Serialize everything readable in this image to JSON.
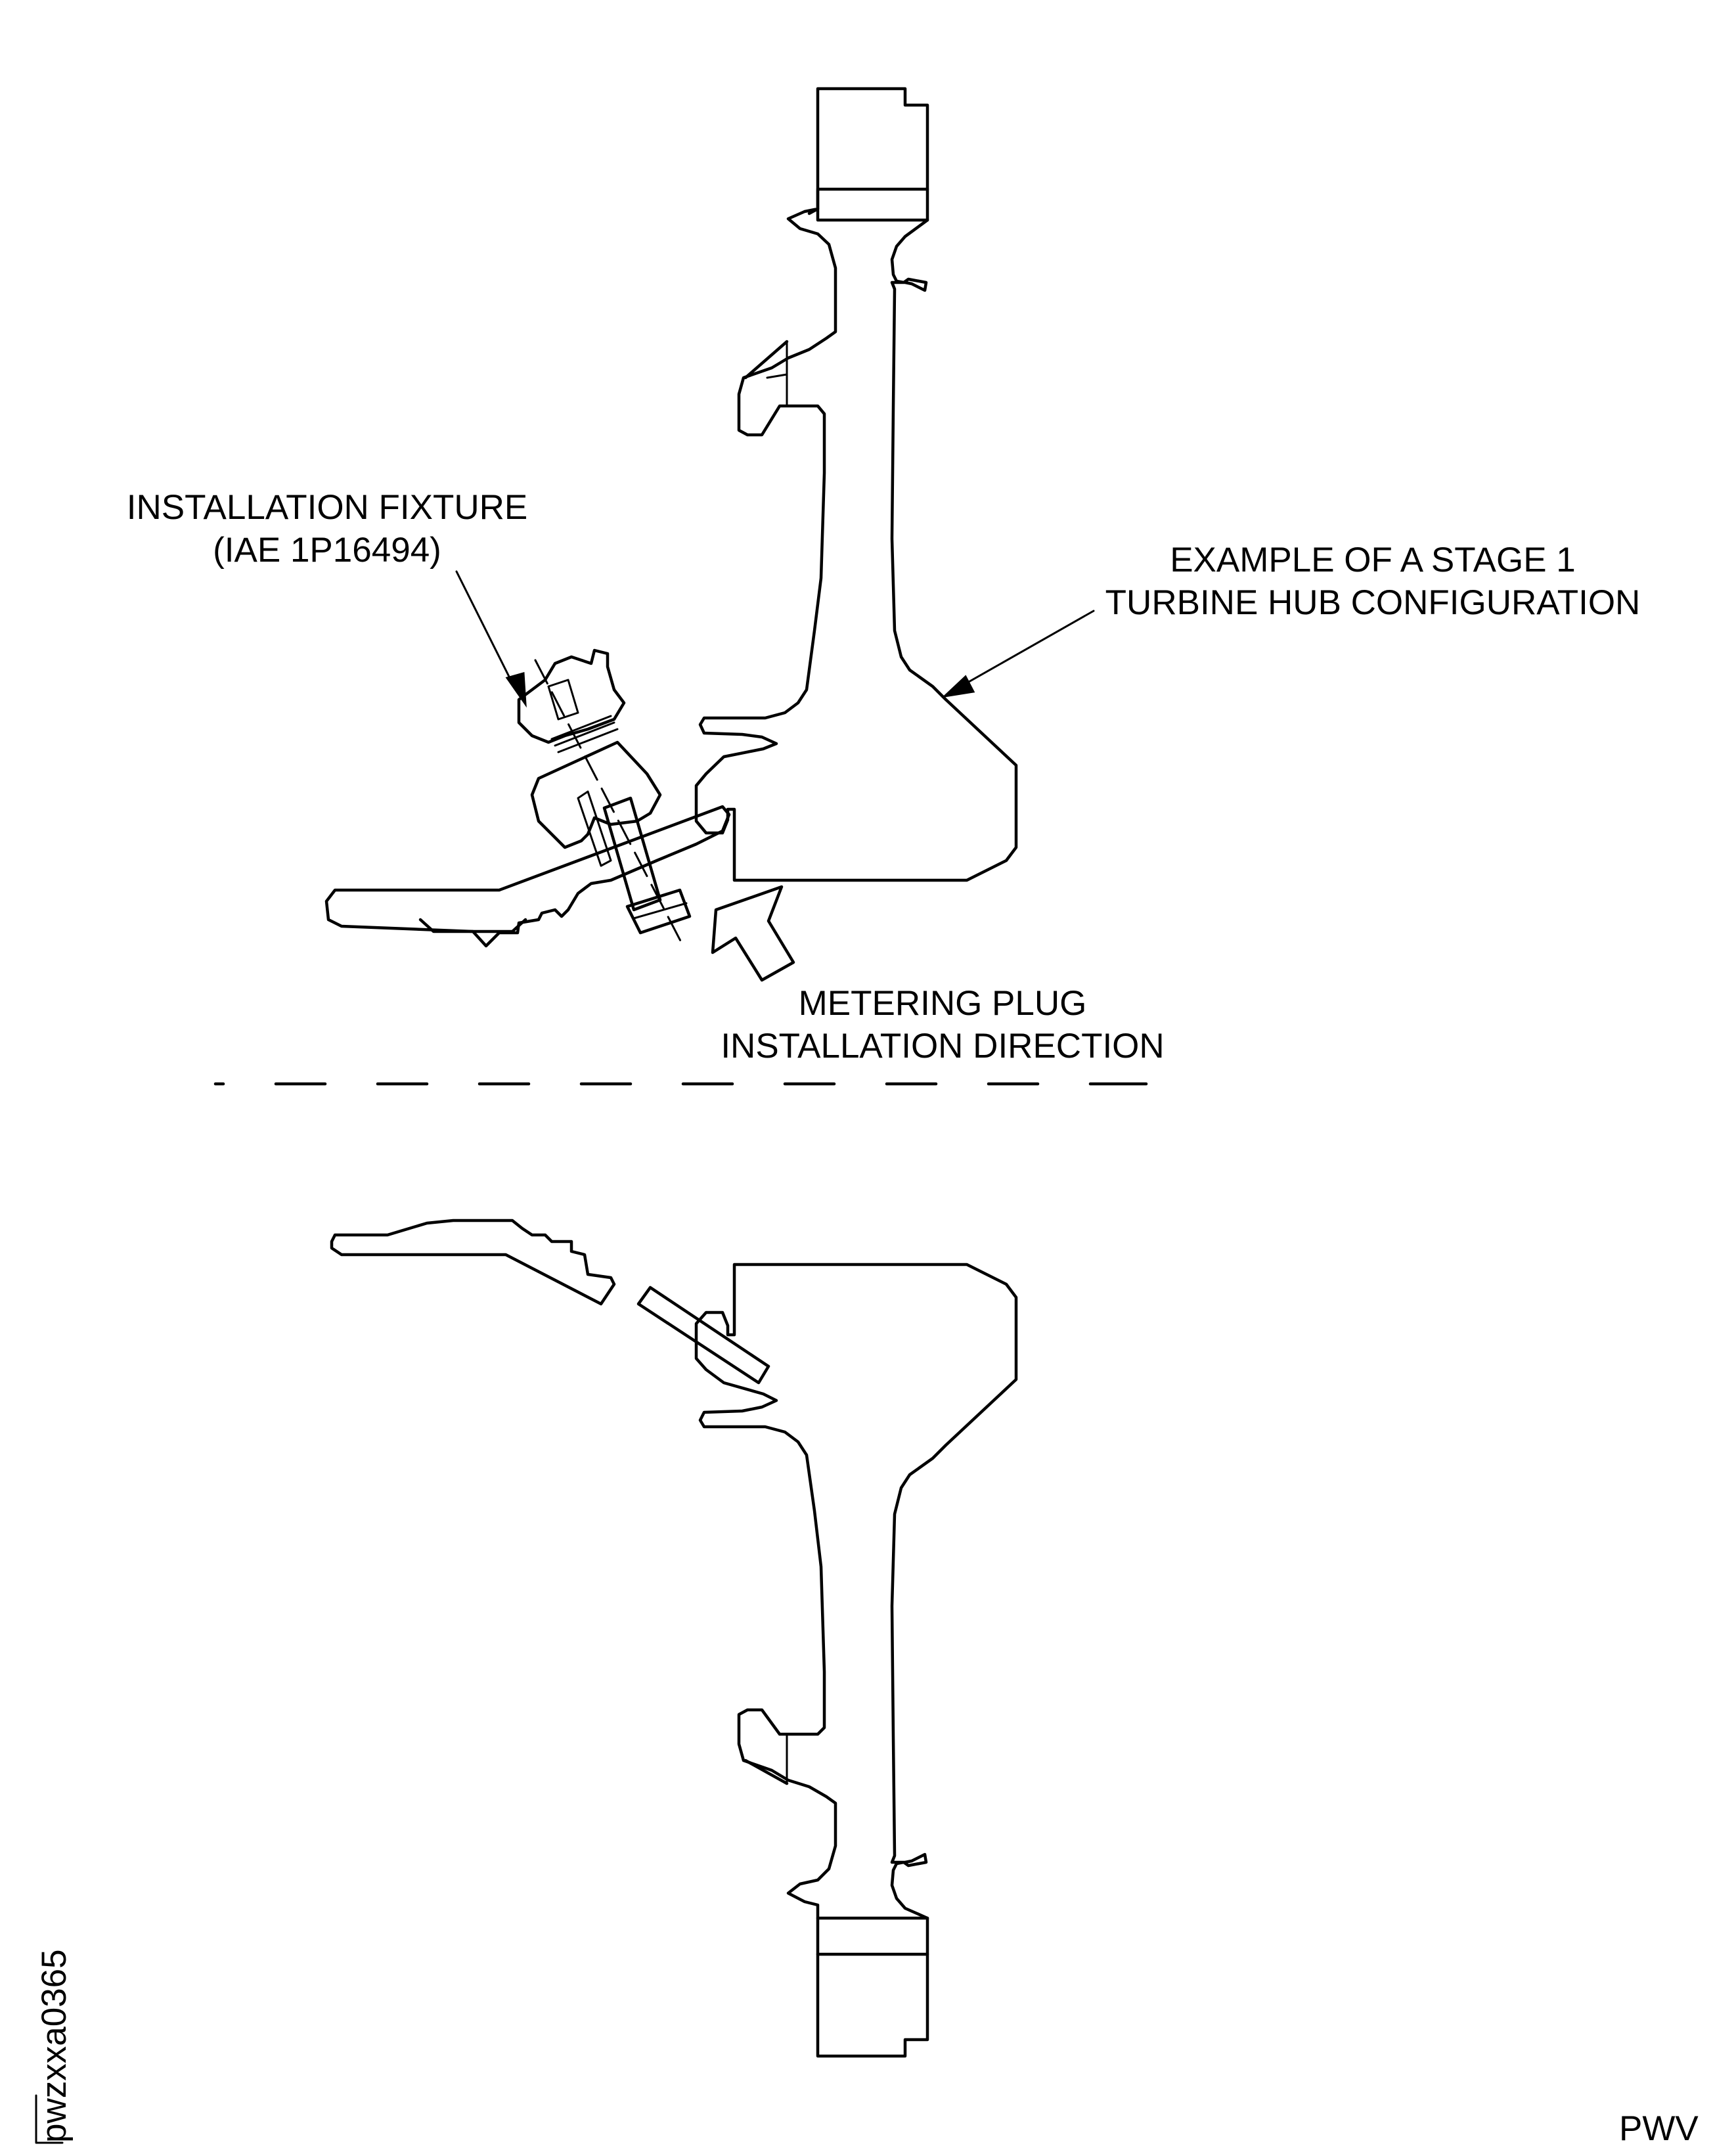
{
  "labels": {
    "fixture_line1": "INSTALLATION FIXTURE",
    "fixture_line2": "(IAE 1P16494)",
    "hub_line1": "EXAMPLE OF A STAGE 1",
    "hub_line2": "TURBINE HUB CONFIGURATION",
    "metering_line1": "METERING PLUG",
    "metering_line2": "INSTALLATION DIRECTION",
    "figure_id": "pwzxxa0365",
    "publisher_code": "PWV"
  }
}
